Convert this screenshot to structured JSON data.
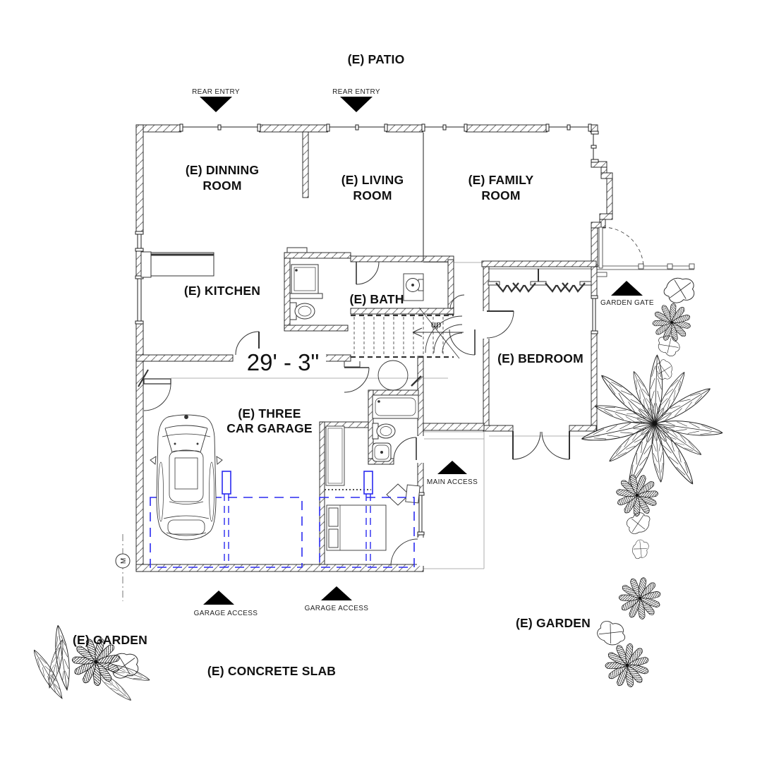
{
  "drawing": {
    "type": "floor-plan",
    "dimension_text": "29' - 3\""
  },
  "colors": {
    "line": "#1a1a1a",
    "hatch": "#777777",
    "parking_blue": "#2a2af0",
    "construction_gray": "#999999"
  },
  "labels": {
    "patio": "(E) PATIO",
    "rear_entry_left": "REAR ENTRY",
    "rear_entry_right": "REAR ENTRY",
    "dining_line1": "(E) DINNING",
    "dining_line2": "ROOM",
    "living_line1": "(E) LIVING",
    "living_line2": "ROOM",
    "family_line1": "(E) FAMILY",
    "family_line2": "ROOM",
    "kitchen": "(E) KITCHEN",
    "bath": "(E) BATH",
    "up": "up",
    "dimension": "29' - 3\"",
    "bedroom": "(E) BEDROOM",
    "garden_gate": "GARDEN GATE",
    "garage_line1": "(E) THREE",
    "garage_line2": "CAR GARAGE",
    "main_access": "MAIN ACCESS",
    "garage_access_left": "GARAGE ACCESS",
    "garage_access_right": "GARAGE ACCESS",
    "garden_left": "(E) GARDEN",
    "garden_right": "(E) GARDEN",
    "concrete_slab": "(E) CONCRETE SLAB",
    "meter": "M"
  }
}
